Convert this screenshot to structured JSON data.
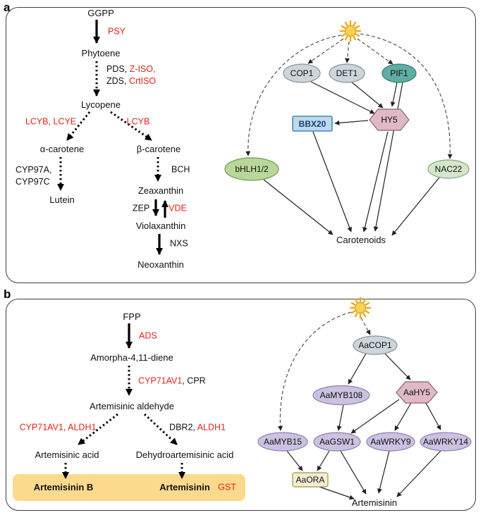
{
  "colors": {
    "enzyme_highlight": "#e8211c",
    "gray_node": "#ced5da",
    "teal_node": "#5fada4",
    "blue_node": "#bdd9ee",
    "pink_node": "#dfb9c5",
    "green_node": "#b9d79a",
    "light_green_node": "#d5e7ca",
    "purple_node": "#ccc1e0",
    "tan_node": "#f4ecd2",
    "product_box": "#fcd98d",
    "sun": "#fcd253"
  },
  "panel_a": {
    "label": "a",
    "pathway": {
      "ggpp": "GGPP",
      "phytoene": "Phytoene",
      "lycopene": "Lycopene",
      "alpha_carotene": "α-carotene",
      "beta_carotene": "β-carotene",
      "lutein": "Lutein",
      "zeaxanthin": "Zeaxanthin",
      "violaxanthin": "Violaxanthin",
      "neoxanthin": "Neoxanthin",
      "enzymes": {
        "psy": "PSY",
        "pds": "PDS, ",
        "ziso": "Z-ISO,",
        "zds": "ZDS, ",
        "crtiso": "CrtISO",
        "lcyb_lcye": "LCYB, LCYE",
        "lcyb": "LCYB",
        "cyp97a": "CYP97A,",
        "cyp97c": "CYP97C",
        "bch": "BCH",
        "zep": "ZEP",
        "vde": "VDE",
        "nxs": "NXS"
      }
    },
    "network": {
      "cop1": "COP1",
      "det1": "DET1",
      "pif1": "PIF1",
      "bbx20": "BBX20",
      "hy5": "HY5",
      "bhlh12": "bHLH1/2",
      "nac22": "NAC22",
      "target": "Carotenoids"
    }
  },
  "panel_b": {
    "label": "b",
    "pathway": {
      "fpp": "FPP",
      "amorphadiene": "Amorpha-4,11-diene",
      "artemisinic_aldehyde": "Artemisinic aldehyde",
      "artemisinic_acid": "Artemisinic acid",
      "dehydroartemisinic_acid": "Dehydroartemisinic acid",
      "artemisinin_b": "Artemisinin B",
      "artemisinin": "Artemisinin",
      "enzymes": {
        "ads": "ADS",
        "cyp71av1": "CYP71AV1",
        "cpr": ", CPR",
        "cyp71av1_aldh1": "CYP71AV1, ALDH1",
        "dbr2": "DBR2, ",
        "aldh1": "ALDH1",
        "gst": "GST"
      }
    },
    "network": {
      "aacop1": "AaCOP1",
      "aamyb108": "AaMYB108",
      "aahy5": "AaHY5",
      "aamyb15": "AaMYB15",
      "aagsw1": "AaGSW1",
      "aawrky9": "AaWRKY9",
      "aawrky14": "AaWRKY14",
      "aaora": "AaORA",
      "target": "Artemisinin"
    }
  }
}
